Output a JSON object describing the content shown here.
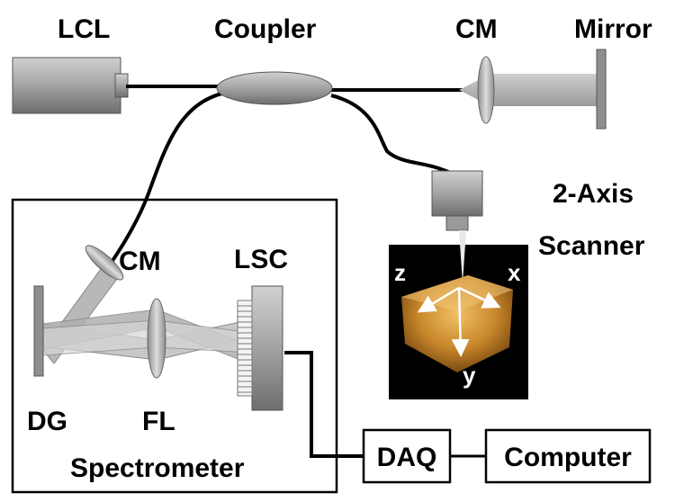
{
  "labels": {
    "lcl": "LCL",
    "coupler": "Coupler",
    "cm_top": "CM",
    "mirror": "Mirror",
    "scanner_line1": "2-Axis",
    "scanner_line2": "Scanner",
    "cm_spec": "CM",
    "lsc": "LSC",
    "dg": "DG",
    "fl": "FL",
    "spectrometer": "Spectrometer",
    "daq": "DAQ",
    "computer": "Computer",
    "axis_z": "z",
    "axis_x": "x",
    "axis_y": "y"
  },
  "colors": {
    "fiber": "#000000",
    "component_gray": "#8a8a8a",
    "sample_bg": "#000000",
    "sample_tissue": "#c8862a"
  }
}
